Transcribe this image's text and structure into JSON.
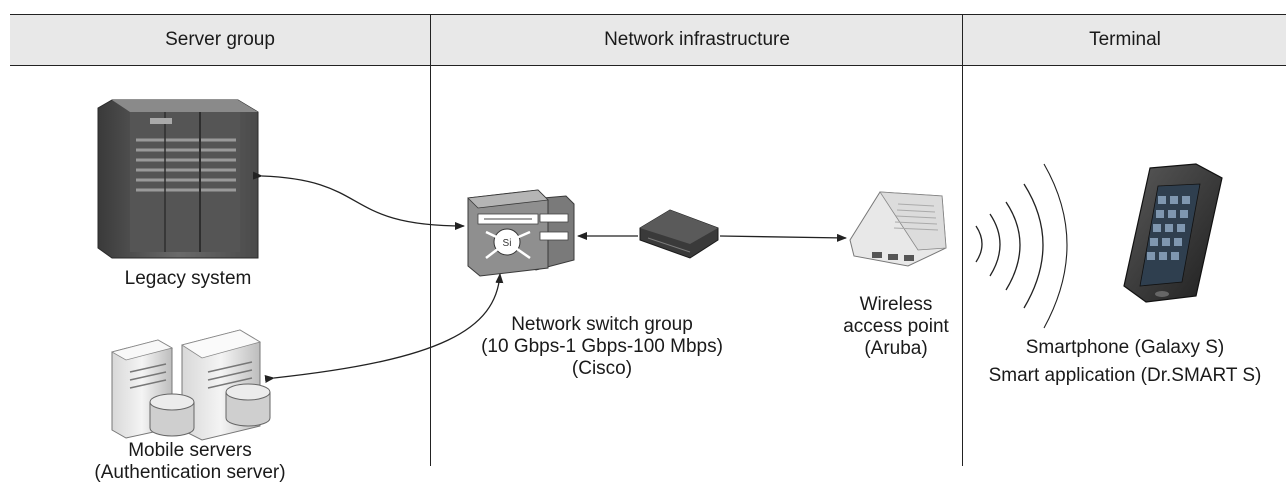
{
  "columns": [
    {
      "title": "Server group"
    },
    {
      "title": "Network infrastructure"
    },
    {
      "title": "Terminal"
    }
  ],
  "nodes": {
    "legacy": {
      "label": "Legacy system",
      "icon": "legacy-server-tower-icon"
    },
    "mobile": {
      "line1": "Mobile servers",
      "line2": "(Authentication server)",
      "icon": "server-pair-database-icon"
    },
    "switch": {
      "line1": "Network switch group",
      "line2": "(10 Gbps-1 Gbps-100 Mbps)",
      "line3": "(Cisco)",
      "icon": "network-switch-icon"
    },
    "controller": {
      "icon": "rack-controller-icon"
    },
    "wap": {
      "line1": "Wireless",
      "line2": "access point",
      "line3": "(Aruba)",
      "icon": "wireless-access-point-icon"
    },
    "phone": {
      "line1": "Smartphone (Galaxy S)",
      "line2": "Smart application (Dr.SMART S)",
      "icon": "smartphone-icon"
    }
  },
  "colors": {
    "header_bg": "#e8e8e8",
    "line": "#222222"
  }
}
